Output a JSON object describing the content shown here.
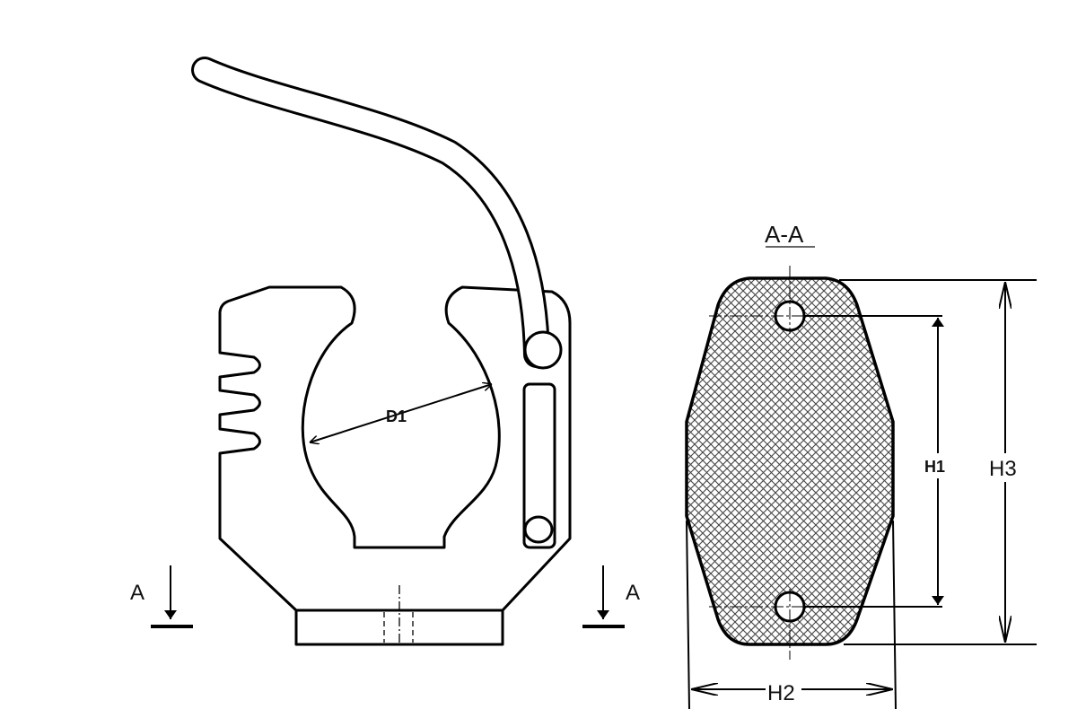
{
  "drawing": {
    "section_title": "A-A",
    "section_marker_left": "A",
    "section_marker_right": "A",
    "dimensions": {
      "d1": "D1",
      "h1": "H1",
      "h2": "H2",
      "h3": "H3"
    }
  }
}
